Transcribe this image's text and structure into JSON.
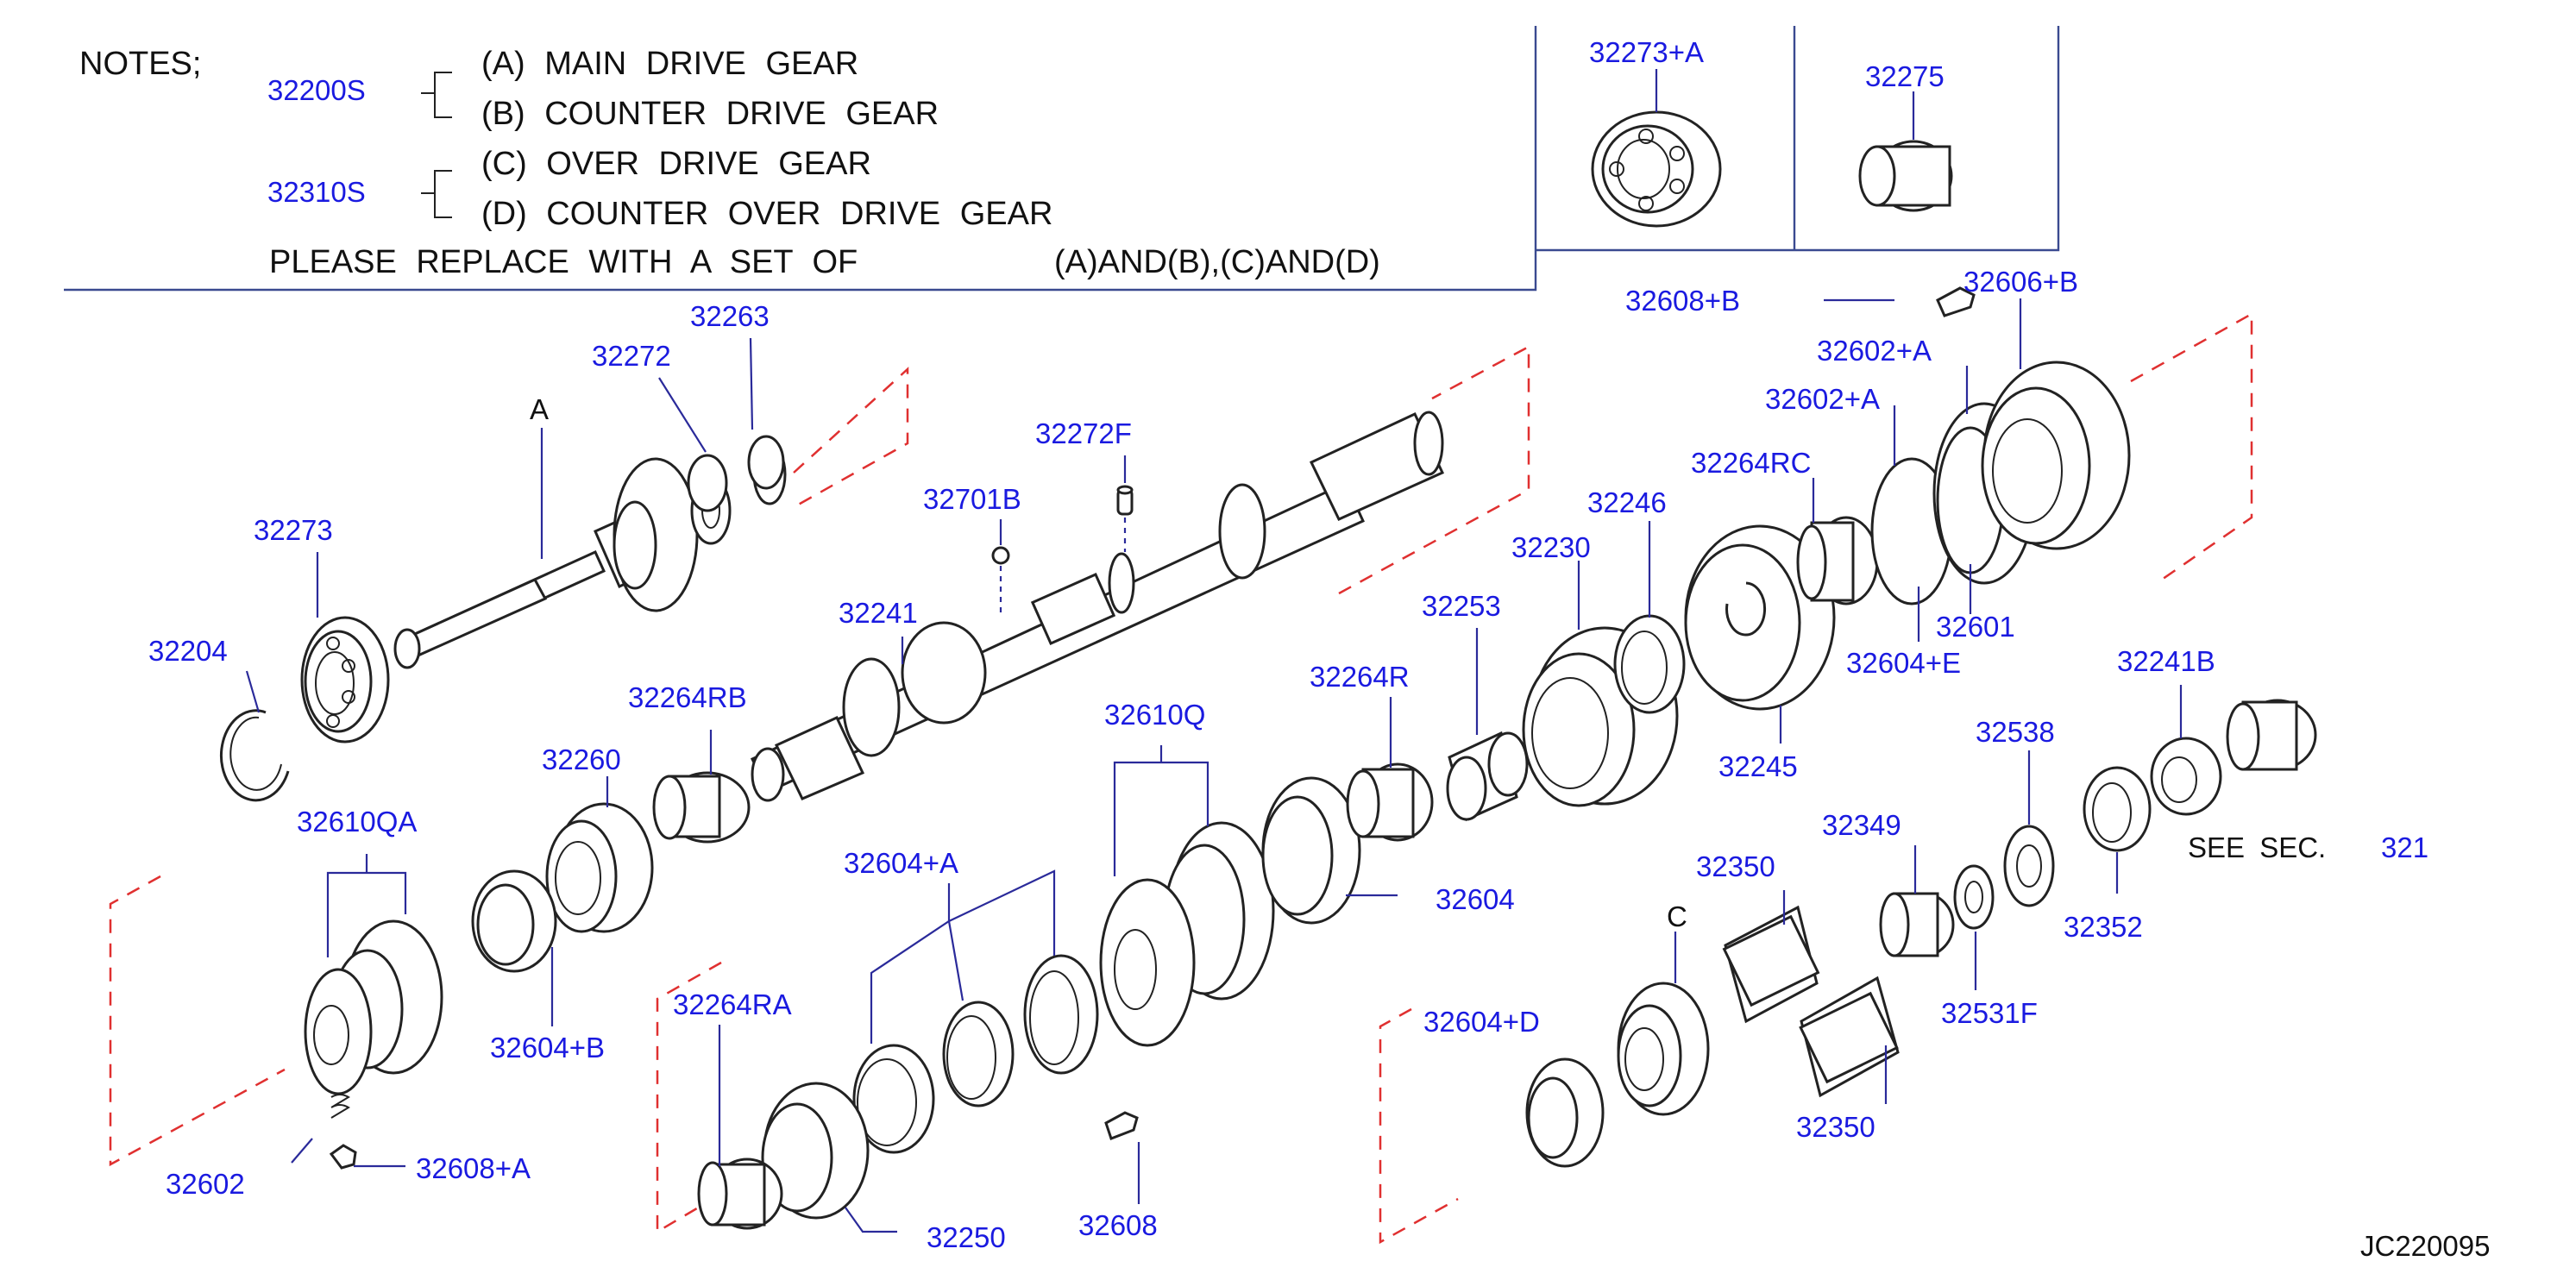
{
  "notes": {
    "title": "NOTES;",
    "group1_code": "32200S",
    "line_a": "(A)  MAIN  DRIVE  GEAR",
    "line_b": "(B)  COUNTER  DRIVE  GEAR",
    "group2_code": "32310S",
    "line_c": "(C)  OVER  DRIVE  GEAR",
    "line_d": "(D)  COUNTER  OVER  DRIVE  GEAR",
    "replace_text": "PLEASE  REPLACE  WITH  A  SET  OF",
    "replace_sets": "(A)AND(B),(C)AND(D)"
  },
  "inset": {
    "part_left": "32273+A",
    "part_right": "32275"
  },
  "letters": {
    "a": "A",
    "c": "C"
  },
  "see_sec": {
    "label": "SEE   SEC.",
    "number": "321"
  },
  "diagram_code": "JC220095",
  "parts": {
    "p32608B": "32608+B",
    "p32606B": "32606+B",
    "p32602A_1": "32602+A",
    "p32602A_2": "32602+A",
    "p32263": "32263",
    "p32272": "32272",
    "p32272F": "32272F",
    "p32701B": "32701B",
    "p32264RC": "32264RC",
    "p32246": "32246",
    "p32230": "32230",
    "p32253": "32253",
    "p32273": "32273",
    "p32204": "32204",
    "p32241": "32241",
    "p32264RB": "32264RB",
    "p32260": "32260",
    "p32610QA": "32610QA",
    "p32604B": "32604+B",
    "p32610Q": "32610Q",
    "p32264R": "32264R",
    "p32245": "32245",
    "p32604E": "32604+E",
    "p32601": "32601",
    "p32241B": "32241B",
    "p32538": "32538",
    "p32349": "32349",
    "p32350_top": "32350",
    "p32604": "32604",
    "p32604A": "32604+A",
    "p32264RA": "32264RA",
    "p32604D": "32604+D",
    "p32531F": "32531F",
    "p32352": "32352",
    "p32350_bottom": "32350",
    "p32602": "32602",
    "p32608A": "32608+A",
    "p32608": "32608",
    "p32250": "32250"
  }
}
